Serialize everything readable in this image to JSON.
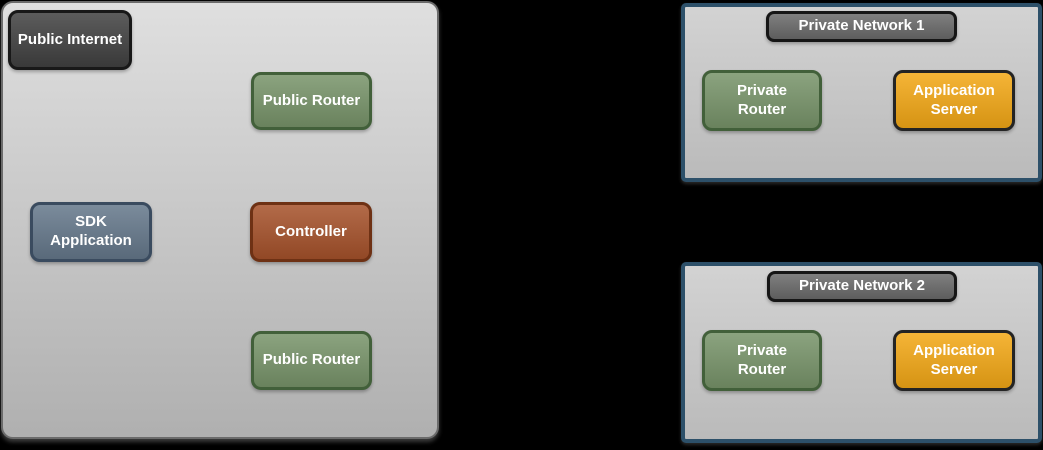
{
  "zones": {
    "public": {
      "internet": "Public Internet",
      "router_top": "Public Router",
      "sdk": "SDK Application",
      "controller": "Controller",
      "router_bottom": "Public Router"
    },
    "private1": {
      "title": "Private Network 1",
      "router": "Private Router",
      "server": "Application Server"
    },
    "private2": {
      "title": "Private Network 2",
      "router": "Private Router",
      "server": "Application Server"
    }
  },
  "colors": {
    "background": "#000000",
    "zone_fill": "#C8C8C8",
    "zone_border": "#6B6B6B",
    "network_fill": "#C6C6C6",
    "network_border": "#2D5069",
    "node_dark_fill": "#414141",
    "node_dark_border": "#181818",
    "node_green_fill": "#78946A",
    "node_green_border": "#42603A",
    "node_slate_fill": "#65788B",
    "node_slate_border": "#3A4B5F",
    "node_rust_fill": "#A6522B",
    "node_rust_border": "#6E3114",
    "node_orange_fill": "#F3A816",
    "node_orange_border": "#242424",
    "title_fill": "#6A6A6A",
    "title_border": "#161616",
    "text": "#FFFFFF"
  }
}
